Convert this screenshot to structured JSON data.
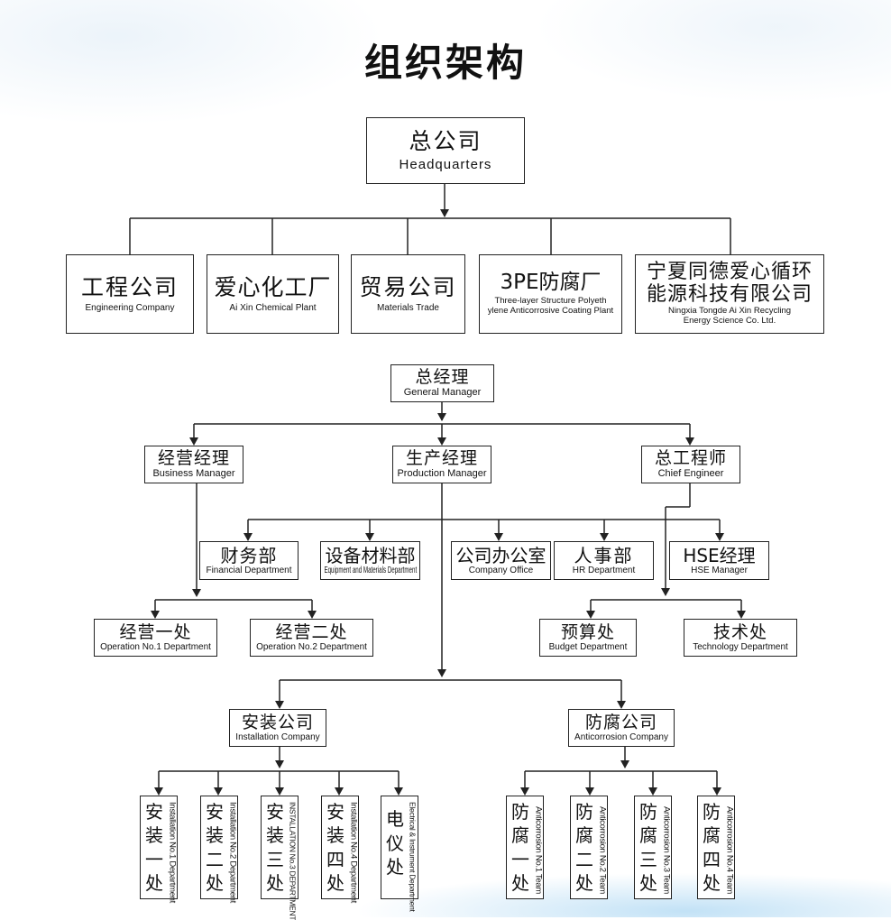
{
  "title": "组织架构",
  "top": {
    "headquarters": {
      "cn": "总公司",
      "en": "Headquarters"
    },
    "subsidiaries": [
      {
        "cn": "工程公司",
        "en": "Engineering Company"
      },
      {
        "cn": "爱心化工厂",
        "en": "Ai Xin Chemical Plant"
      },
      {
        "cn": "贸易公司",
        "en": "Materials Trade"
      },
      {
        "cn": "3PE防腐厂",
        "en1": "Three-layer Structure Polyeth",
        "en2": "ylene Anticorrosive Coating Plant"
      },
      {
        "cn1": "宁夏同德爱心循环",
        "cn2": "能源科技有限公司",
        "en1": "Ningxia Tongde Ai Xin Recycling",
        "en2": "Energy Science Co. Ltd."
      }
    ]
  },
  "management": {
    "general_manager": {
      "cn": "总经理",
      "en": "General Manager"
    },
    "business_manager": {
      "cn": "经营经理",
      "en": "Business Manager"
    },
    "production_manager": {
      "cn": "生产经理",
      "en": "Production Manager"
    },
    "chief_engineer": {
      "cn": "总工程师",
      "en": "Chief Engineer"
    },
    "departments": [
      {
        "cn": "财务部",
        "en": "Financial Department"
      },
      {
        "cn": "设备材料部",
        "en": "Equipment and Materials Department"
      },
      {
        "cn": "公司办公室",
        "en": "Company Office"
      },
      {
        "cn": "人事部",
        "en": "HR Department"
      },
      {
        "cn": "HSE经理",
        "en": "HSE Manager"
      }
    ],
    "operation": [
      {
        "cn": "经营一处",
        "en": "Operation No.1 Department"
      },
      {
        "cn": "经营二处",
        "en": "Operation No.2 Department"
      }
    ],
    "engineering": [
      {
        "cn": "预算处",
        "en": "Budget Department"
      },
      {
        "cn": "技术处",
        "en": "Technology Department"
      }
    ],
    "installation_company": {
      "cn": "安装公司",
      "en": "Installation Company"
    },
    "anticorrosion_company": {
      "cn": "防腐公司",
      "en": "Anticorrosion Company"
    },
    "installation_units": [
      {
        "chars": [
          "安",
          "装",
          "一",
          "处"
        ],
        "en": "Installation No.1 Department"
      },
      {
        "chars": [
          "安",
          "装",
          "二",
          "处"
        ],
        "en": "Installation No.2 Department"
      },
      {
        "chars": [
          "安",
          "装",
          "三",
          "处"
        ],
        "en": "INSTALLATION No.3 DEPARTMENT"
      },
      {
        "chars": [
          "安",
          "装",
          "四",
          "处"
        ],
        "en": "Installation No.4 Department"
      },
      {
        "chars": [
          "电",
          "仪",
          "处"
        ],
        "en": "Electrical & Instrument Department"
      }
    ],
    "anticorrosion_units": [
      {
        "chars": [
          "防",
          "腐",
          "一",
          "处"
        ],
        "en": "Anticorrosion No.1 Team"
      },
      {
        "chars": [
          "防",
          "腐",
          "二",
          "处"
        ],
        "en": "Anticorrosion No.2 Team"
      },
      {
        "chars": [
          "防",
          "腐",
          "三",
          "处"
        ],
        "en": "Anticorrosion No.3 Team"
      },
      {
        "chars": [
          "防",
          "腐",
          "四",
          "处"
        ],
        "en": "Anticorrosion No.4 Team"
      }
    ]
  }
}
